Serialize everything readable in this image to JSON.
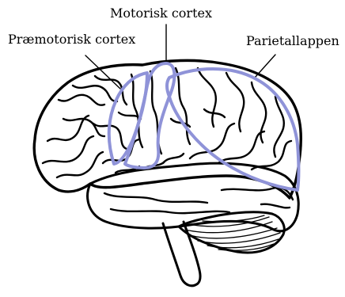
{
  "labels": {
    "motor_cortex": "Motorisk cortex",
    "premotor_cortex": "Præmotorisk cortex",
    "parietal_lobe": "Parietallappen"
  },
  "colors": {
    "region_outline": "#8f93d8",
    "ink": "#000000",
    "background": "#ffffff"
  }
}
